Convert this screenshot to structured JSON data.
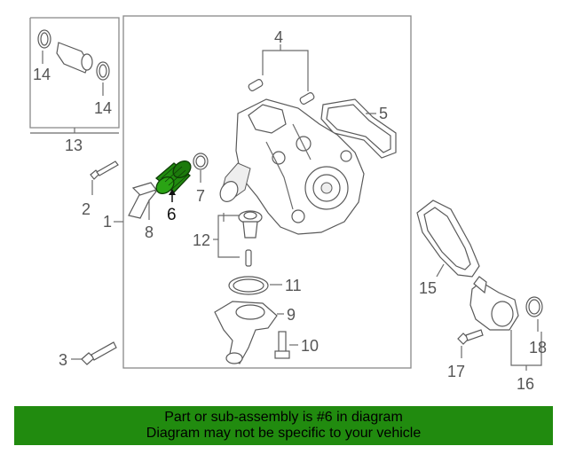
{
  "callouts": {
    "c1": "1",
    "c2": "2",
    "c3": "3",
    "c4": "4",
    "c5": "5",
    "c6": "6",
    "c7": "7",
    "c8": "8",
    "c9": "9",
    "c10": "10",
    "c11": "11",
    "c12": "12",
    "c13": "13",
    "c14a": "14",
    "c14b": "14",
    "c15": "15",
    "c16": "16",
    "c17": "17",
    "c18": "18"
  },
  "highlight_color": "#218b0f",
  "banner": {
    "line1": "Part or sub-assembly is #6 in diagram",
    "line2": "Diagram may not be specific to your vehicle"
  }
}
